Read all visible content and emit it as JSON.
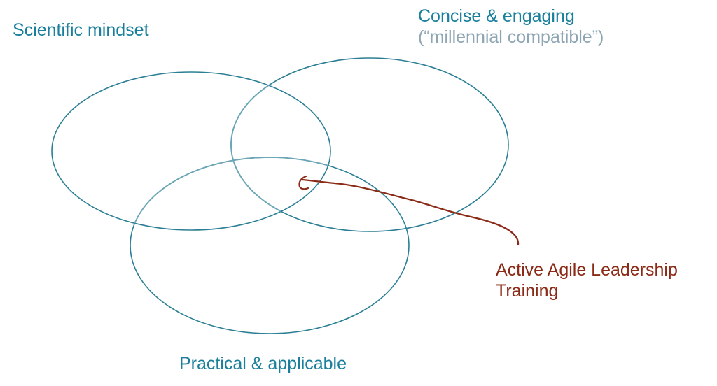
{
  "diagram": {
    "circles": [
      {
        "name": "Scientific mindset",
        "label": "Scientific mindset"
      },
      {
        "name": "Concise & engaging",
        "label": "Concise & engaging",
        "sublabel": "(“millennial compatible”)"
      },
      {
        "name": "Practical & applicable",
        "label": "Practical & applicable"
      }
    ],
    "annotation": {
      "line1": "Active Agile Leadership",
      "line2": "Training"
    }
  },
  "colors": {
    "circle_stroke": "#2b7f95",
    "overlap_stroke": "#6aa6b6",
    "label_primary": "#1a7f9c",
    "label_secondary": "#8ea6b4",
    "annotation": "#8b2a16"
  },
  "icons": {
    "arrow": "hand-drawn-arrow-icon"
  }
}
